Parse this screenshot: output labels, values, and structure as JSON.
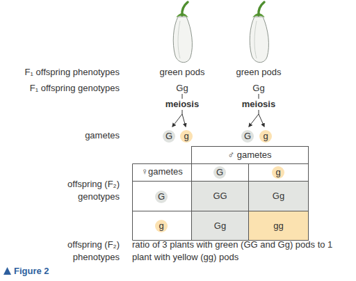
{
  "diagram": {
    "caption": "Figure 2",
    "nodes": [
      {
        "text": [
          "G"
        ]
      },
      {
        "text": [
          "g"
        ]
      },
      {
        "text": [
          "G"
        ]
      },
      {
        "text": [
          "g"
        ]
      },
      {
        "text": [
          "G"
        ]
      },
      {
        "text": [
          "g"
        ]
      },
      {
        "text": [
          "G"
        ]
      },
      {
        "text": [
          "GG"
        ]
      },
      {
        "text": [
          "Gg"
        ]
      },
      {
        "text": [
          "g"
        ]
      },
      {
        "text": [
          "Gg"
        ]
      },
      {
        "text": [
          "gg"
        ]
      }
    ],
    "labels": [
      "F₁ offspring phenotypes",
      "F₁ offspring genotypes",
      "gametes",
      "offspring (F₂) genotypes",
      "offspring (F₂) phenotypes",
      "green pods",
      "green pods",
      "Gg",
      "Gg",
      "meiosis",
      "meiosis",
      "♂ gametes",
      "♀gametes",
      "ratio of 3 plants with green (GG and Gg) pods to 1 plant with yellow (gg) pods"
    ]
  }
}
